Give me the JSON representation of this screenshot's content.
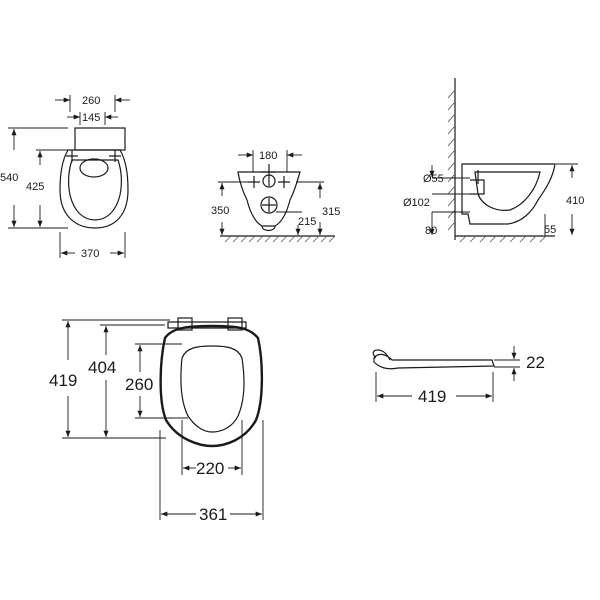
{
  "front_view": {
    "width_total": "260",
    "width_inner": "145",
    "height_total": "540",
    "height_bowl": "425",
    "width_bottom": "370"
  },
  "rear_view": {
    "fixing_width": "180",
    "height_outlet": "350",
    "height_low": "215",
    "height_high": "315"
  },
  "side_view": {
    "pipe_small": "Ø55",
    "pipe_large": "Ø102",
    "height": "410",
    "wall_offset": "80",
    "outlet_offset": "55"
  },
  "seat_plan": {
    "length_total": "419",
    "length_inner": "404",
    "opening_length": "260",
    "opening_width": "220",
    "width_total": "361"
  },
  "seat_side": {
    "thickness": "22",
    "length": "419"
  }
}
